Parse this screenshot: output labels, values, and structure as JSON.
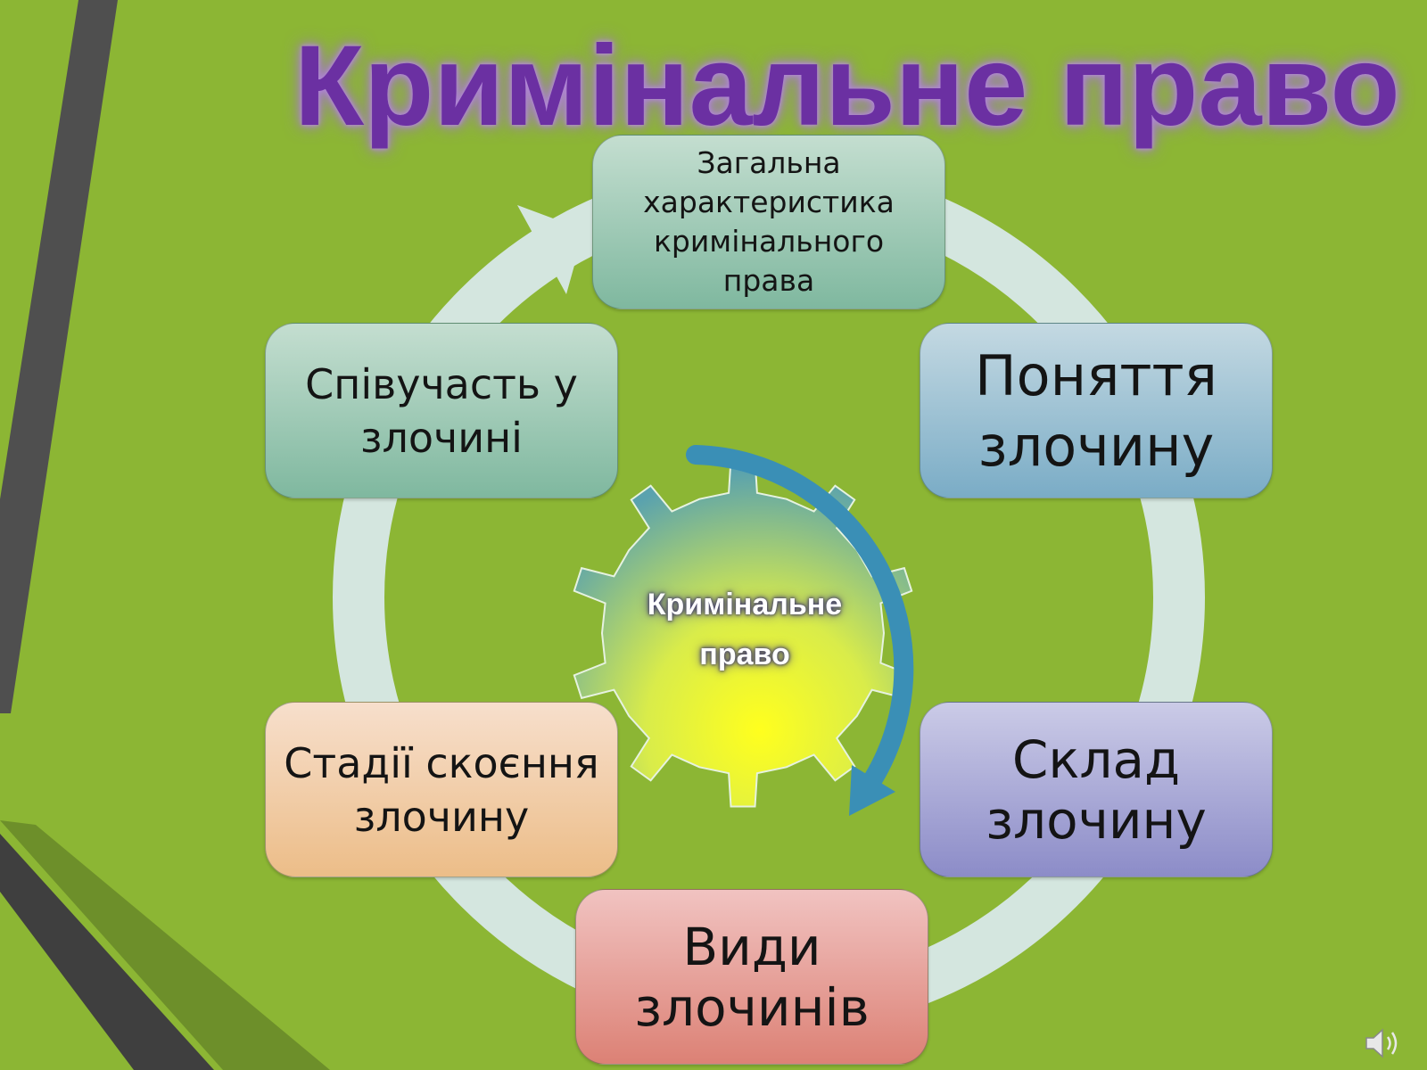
{
  "slide": {
    "title": "Кримінальне право",
    "center_label": "Кримінальне\nправо",
    "items": [
      {
        "key": "general",
        "label": "Загальна\nхарактеристика\nкримінального\nправа"
      },
      {
        "key": "concept",
        "label": "Поняття\nзлочину"
      },
      {
        "key": "composition",
        "label": "Склад\nзлочину"
      },
      {
        "key": "types",
        "label": "Види\nзлочинів"
      },
      {
        "key": "stages",
        "label": "Стадії скоєння\nзлочину"
      },
      {
        "key": "participation",
        "label": "Співучасть у\nзлочині"
      }
    ]
  },
  "icons": {
    "center": "gear-icon",
    "speaker": "speaker-icon"
  },
  "colors": {
    "background": "#8cb634",
    "title": "#6b30a2",
    "ring": "#d4e6df",
    "cycle_arrow": "#3a8fb6",
    "gear_top": "#5aa2ae",
    "gear_bottom": "#ffff1e"
  }
}
